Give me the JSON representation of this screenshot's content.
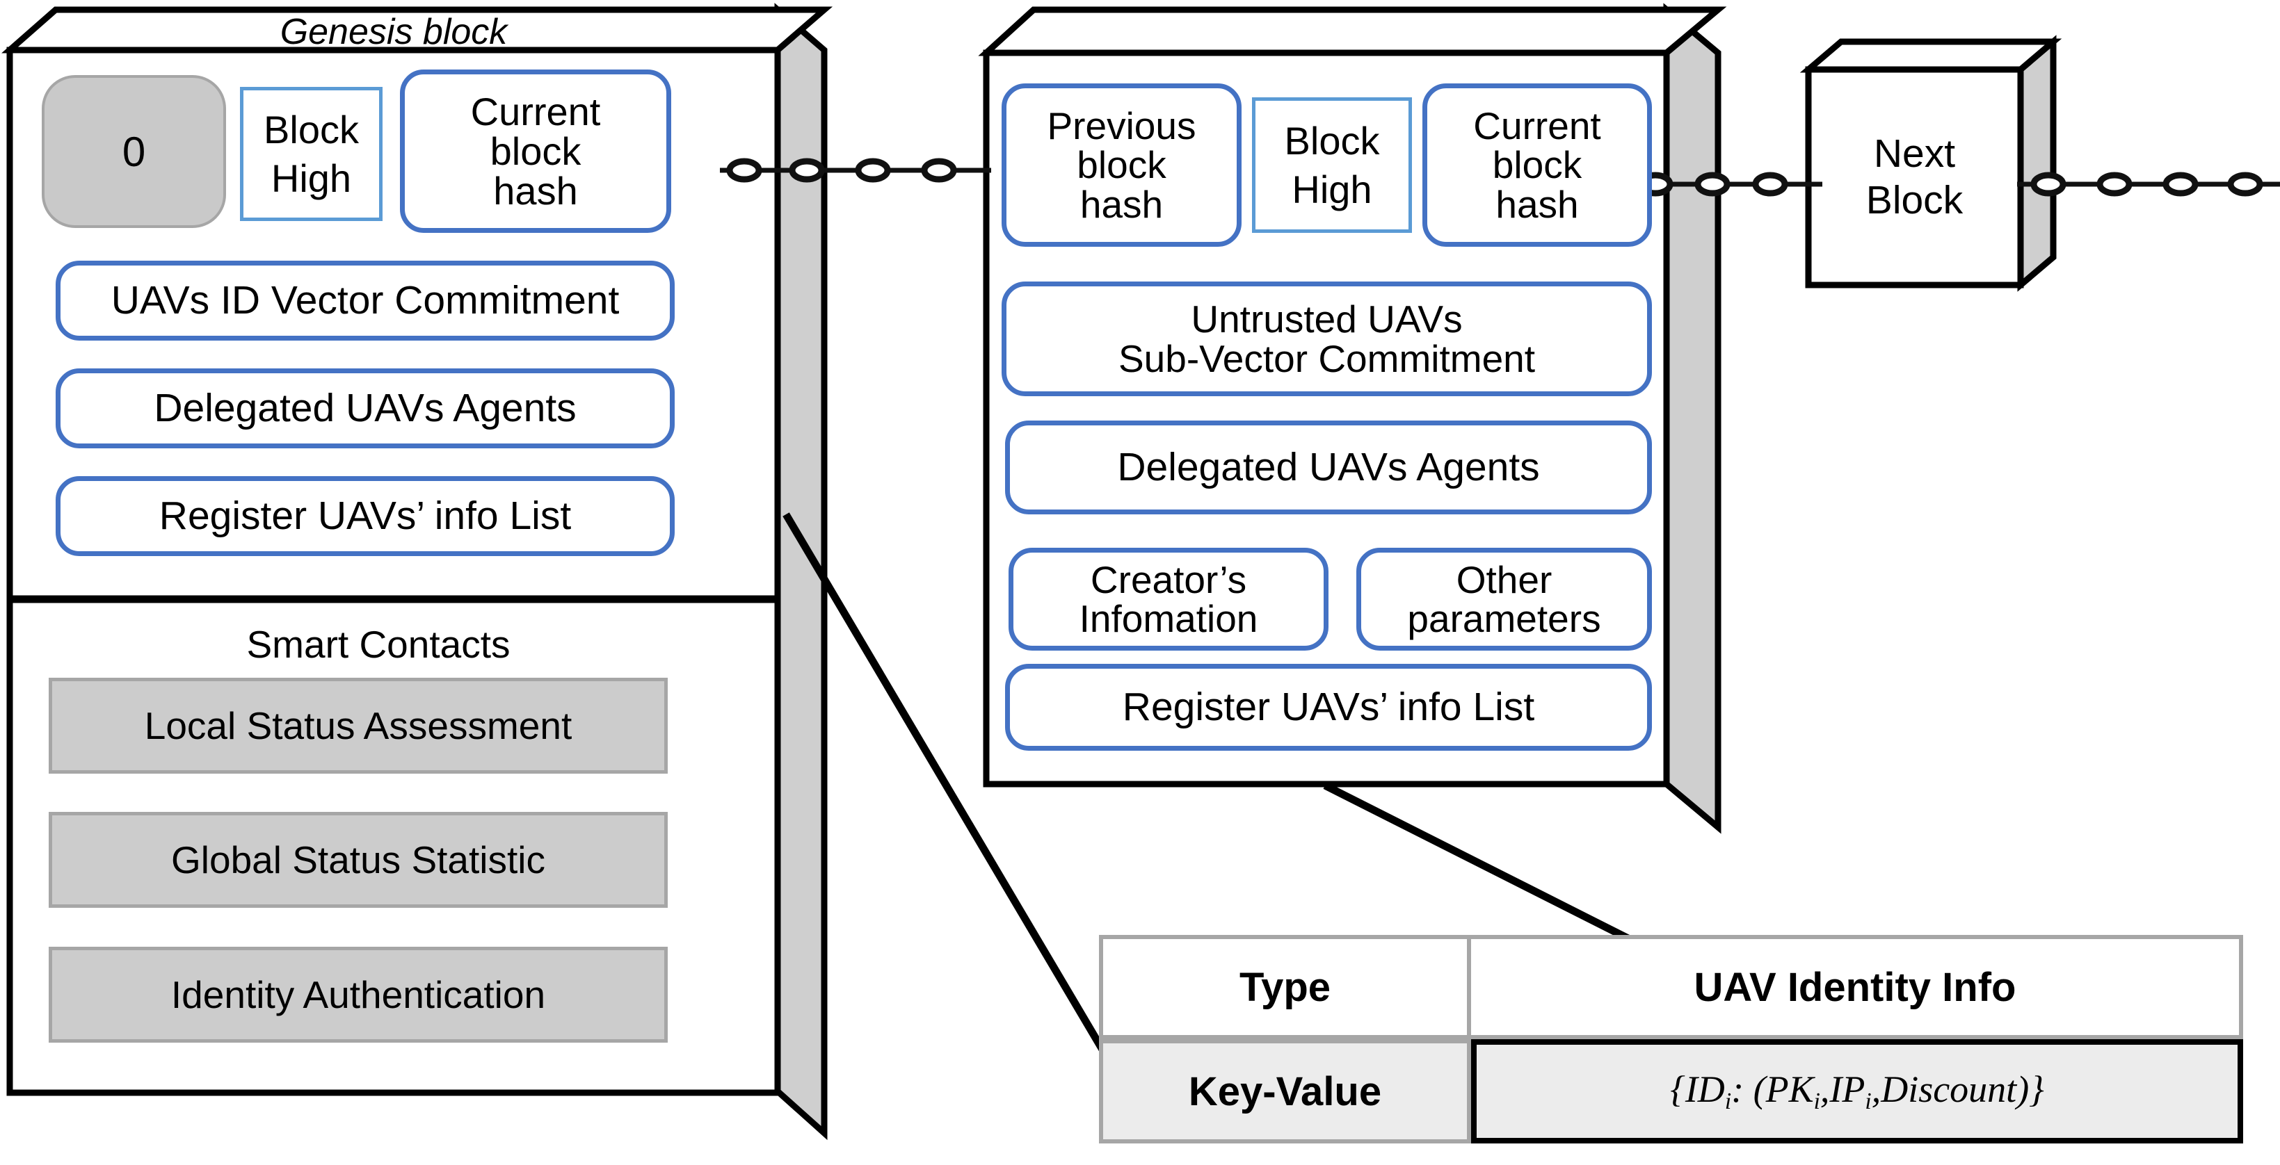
{
  "diagram": {
    "title": "Blockchain block structure with UAV registry",
    "accent_blue": "#4472C4",
    "light_blue": "#5B9BD5",
    "grey_fill": "#CCCCCC",
    "grey_border": "#A6A6A6",
    "outline": "#000000"
  },
  "genesis_block": {
    "title": "Genesis block",
    "height_value": "0",
    "block_high_label": "Block\nHigh",
    "block_high_line1": "Block",
    "block_high_line2": "High",
    "current_hash_line1": "Current",
    "current_hash_line2": "block",
    "current_hash_line3": "hash",
    "body_rows": [
      "UAVs ID Vector Commitment",
      "Delegated UAVs Agents",
      "Register UAVs’ info List"
    ],
    "smart_contracts_title": "Smart Contacts",
    "smart_contracts": [
      "Local Status Assessment",
      "Global Status  Statistic",
      "Identity Authentication"
    ]
  },
  "second_block": {
    "title": "",
    "previous_hash_line1": "Previous",
    "previous_hash_line2": "block",
    "previous_hash_line3": "hash",
    "block_high_line1": "Block",
    "block_high_line2": "High",
    "current_hash_line1": "Current",
    "current_hash_line2": "block",
    "current_hash_line3": "hash",
    "commitment_line1": "Untrusted UAVs",
    "commitment_line2": "Sub-Vector  Commitment",
    "delegated_agents": "Delegated UAVs  Agents",
    "creator_line1": "Creator’s",
    "creator_line2": "Infomation",
    "other_line1": "Other",
    "other_line2": "parameters",
    "register_list": "Register UAVs’ info  List"
  },
  "next_block": {
    "line1": "Next",
    "line2": "Block"
  },
  "kv_table": {
    "headers": [
      "Type",
      "UAV Identity Info"
    ],
    "row_label": "Key-Value",
    "formula_open": "{",
    "formula_id": "ID",
    "formula_id_sub": "i",
    "formula_colon": ": (",
    "formula_pk": "PK",
    "formula_pk_sub": "i",
    "formula_comma1": ",",
    "formula_ip": "IP",
    "formula_ip_sub": "i",
    "formula_comma2": ",",
    "formula_discount": "Discount",
    "formula_close": ")}"
  },
  "chain_links": {
    "name": "chain-link-connector",
    "count": 3
  }
}
